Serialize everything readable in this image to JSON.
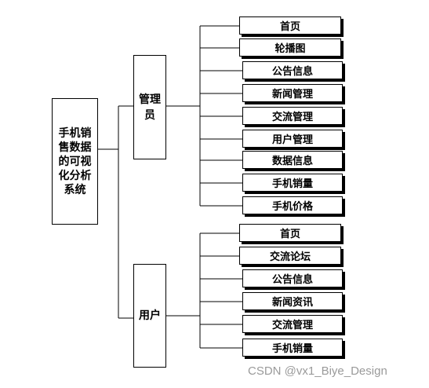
{
  "root": {
    "label": "手机销售数据的可视化分析系统"
  },
  "branches": [
    {
      "label": "管理员",
      "items": [
        "首页",
        "轮播图",
        "公告信息",
        "新闻管理",
        "交流管理",
        "用户管理",
        "数据信息",
        "手机销量",
        "手机价格"
      ]
    },
    {
      "label": "用户",
      "items": [
        "首页",
        "交流论坛",
        "公告信息",
        "新闻资讯",
        "交流管理",
        "手机销量"
      ]
    }
  ],
  "watermark": "CSDN @vx1_Biye_Design",
  "colors": {
    "line": "#000000",
    "box_border": "#000000",
    "watermark": "#9a9a9a"
  }
}
